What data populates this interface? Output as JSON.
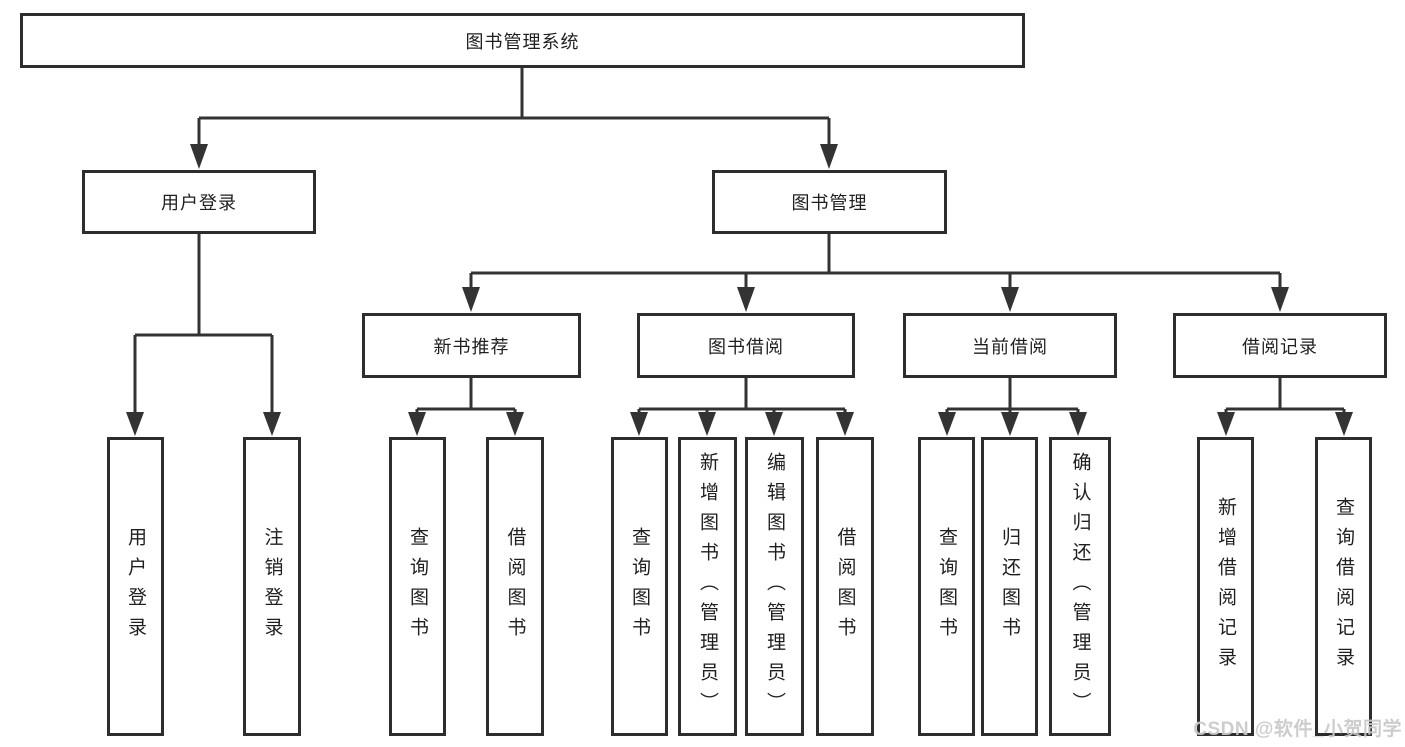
{
  "diagram": {
    "type": "hierarchy-tree",
    "root": {
      "label": "图书管理系统"
    },
    "level2": [
      {
        "label": "用户登录"
      },
      {
        "label": "图书管理"
      }
    ],
    "level3": [
      {
        "label": "新书推荐",
        "parent": "图书管理"
      },
      {
        "label": "图书借阅",
        "parent": "图书管理"
      },
      {
        "label": "当前借阅",
        "parent": "图书管理"
      },
      {
        "label": "借阅记录",
        "parent": "图书管理"
      }
    ],
    "leaves": [
      {
        "label": "用户登录",
        "parent": "用户登录"
      },
      {
        "label": "注销登录",
        "parent": "用户登录"
      },
      {
        "label": "查询图书",
        "parent": "新书推荐"
      },
      {
        "label": "借阅图书",
        "parent": "新书推荐"
      },
      {
        "label": "查询图书",
        "parent": "图书借阅"
      },
      {
        "label": "新增图书（管理员）",
        "parent": "图书借阅"
      },
      {
        "label": "编辑图书（管理员）",
        "parent": "图书借阅"
      },
      {
        "label": "借阅图书",
        "parent": "图书借阅"
      },
      {
        "label": "查询图书",
        "parent": "当前借阅"
      },
      {
        "label": "归还图书",
        "parent": "当前借阅"
      },
      {
        "label": "确认归还（管理员）",
        "parent": "当前借阅"
      },
      {
        "label": "新增借阅记录",
        "parent": "借阅记录"
      },
      {
        "label": "查询借阅记录",
        "parent": "借阅记录"
      }
    ],
    "colors": {
      "line": "#333333",
      "box_border": "#2d2d2d",
      "text": "#1f1f1f",
      "background": "#ffffff",
      "watermark": "#c9c9c9"
    }
  },
  "watermark": {
    "text": "CSDN @软件_小贺同学"
  }
}
